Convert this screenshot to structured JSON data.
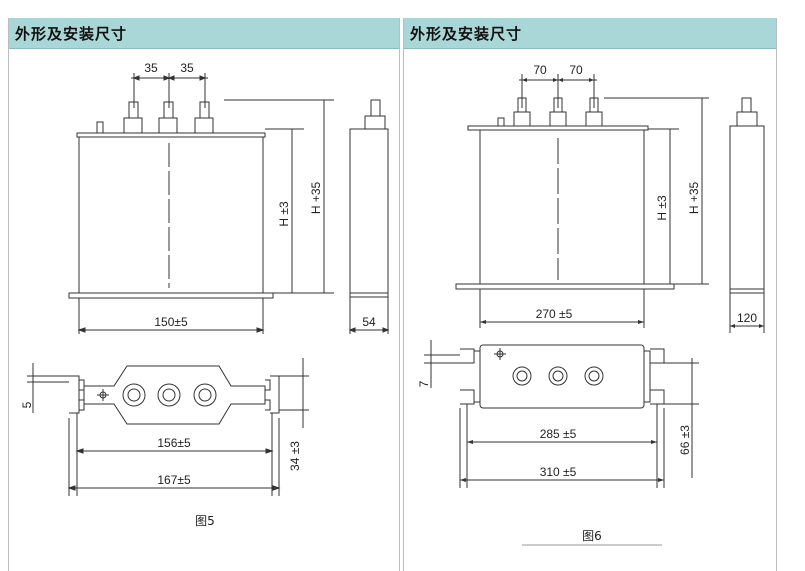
{
  "left": {
    "title": "外形及安装尺寸",
    "dims": {
      "pitch1": "35",
      "pitch2": "35",
      "h_body": "H ±3",
      "h_total": "H +35",
      "width": "150±5",
      "depth": "54",
      "slot": "5",
      "hole_span": "156±5",
      "overall": "167±5",
      "foot_depth": "34 ±3"
    },
    "caption": "图5"
  },
  "right": {
    "title": "外形及安装尺寸",
    "dims": {
      "pitch1": "70",
      "pitch2": "70",
      "h_body": "H ±3",
      "h_total": "H +35",
      "width": "270 ±5",
      "depth": "120",
      "slot": "7",
      "hole_span": "285 ±5",
      "overall": "310 ±5",
      "foot_depth": "66 ±3"
    },
    "caption": "图6"
  }
}
